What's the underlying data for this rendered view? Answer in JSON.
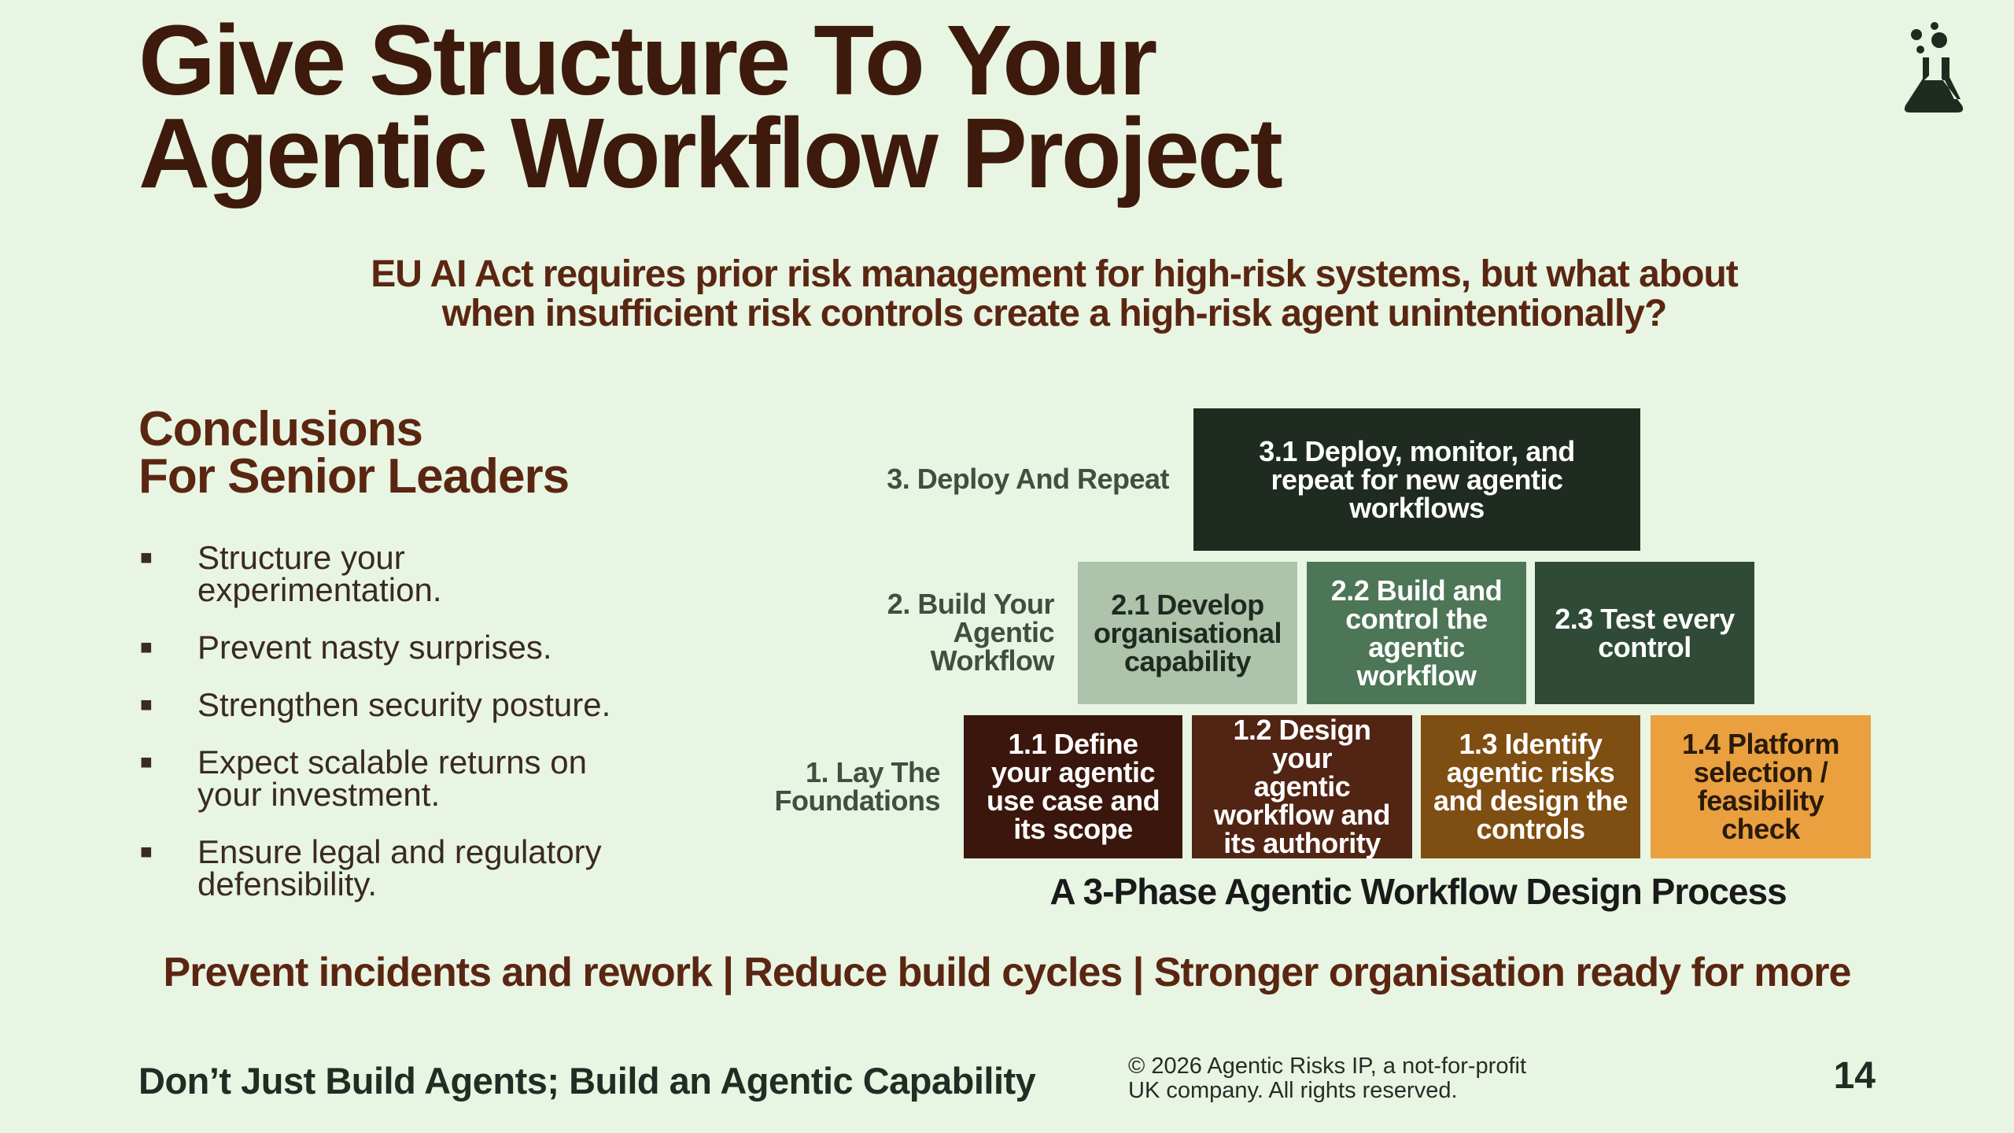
{
  "title": {
    "line1": "Give Structure To Your",
    "line2": "Agentic Workflow Project"
  },
  "subtitle": {
    "line1": "EU AI Act requires prior risk management for high-risk systems, but what about",
    "line2": "when insufficient risk controls create a high-risk agent unintentionally?"
  },
  "conclusions": {
    "heading_line1": "Conclusions",
    "heading_line2": "For Senior Leaders",
    "bullet_glyph": "■",
    "items": [
      {
        "line1": "Structure your",
        "line2": "experimentation."
      },
      {
        "line1": "Prevent nasty surprises.",
        "line2": ""
      },
      {
        "line1": "Strengthen security posture.",
        "line2": ""
      },
      {
        "line1": "Expect scalable returns on",
        "line2": "your investment."
      },
      {
        "line1": "Ensure legal and regulatory",
        "line2": "defensibility."
      }
    ]
  },
  "diagram": {
    "phases": [
      {
        "l1": "3. Deploy And Repeat",
        "l2": "",
        "l3": ""
      },
      {
        "l1": "2. Build Your",
        "l2": "Agentic",
        "l3": "Workflow"
      },
      {
        "l1": "1. Lay The",
        "l2": "Foundations",
        "l3": ""
      }
    ],
    "boxes": {
      "b31": {
        "l1": "3.1 Deploy, monitor, and",
        "l2": "repeat for new agentic",
        "l3": "workflows",
        "l4": "",
        "color": "#1f2a20"
      },
      "b21": {
        "l1": "2.1 Develop",
        "l2": "organisational",
        "l3": "capability",
        "l4": "",
        "color": "#adc4ab"
      },
      "b22": {
        "l1": "2.2 Build and",
        "l2": "control the",
        "l3": "agentic",
        "l4": "workflow",
        "color": "#4c7656"
      },
      "b23": {
        "l1": "2.3 Test every",
        "l2": "control",
        "l3": "",
        "l4": "",
        "color": "#2f4a36"
      },
      "b11": {
        "l1": "1.1 Define",
        "l2": "your agentic",
        "l3": "use case and",
        "l4": "its scope",
        "color": "#3a160c"
      },
      "b12": {
        "l1": "1.2 Design your",
        "l2": "agentic",
        "l3": "workflow and",
        "l4": "its authority",
        "color": "#522414"
      },
      "b13": {
        "l1": "1.3 Identify",
        "l2": "agentic risks",
        "l3": "and design the",
        "l4": "controls",
        "color": "#7f4e12"
      },
      "b14": {
        "l1": "1.4 Platform",
        "l2": "selection /",
        "l3": "feasibility",
        "l4": "check",
        "color": "#eaa03e"
      }
    },
    "caption": "A 3-Phase Agentic Workflow Design Process"
  },
  "tagline": "Prevent incidents and rework | Reduce build cycles | Stronger organisation ready for more",
  "footer": {
    "slogan": "Don’t Just Build Agents; Build an Agentic Capability",
    "copyright_line1": "© 2026 Agentic Risks IP, a not-for-profit",
    "copyright_line2": "UK company. All rights reserved.",
    "page_number": "14"
  },
  "logo": {
    "icon": "flask-icon"
  }
}
